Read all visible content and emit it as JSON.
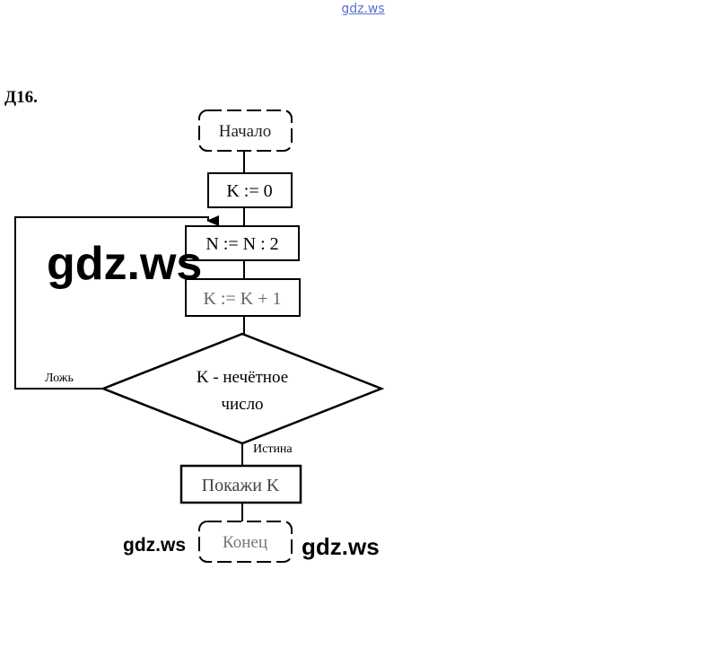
{
  "watermark": {
    "top": "gdz.ws",
    "large": "gdz.ws",
    "bottom_left": "gdz.ws",
    "bottom_right": "gdz.ws"
  },
  "task_label": "Д16.",
  "flowchart": {
    "start": "Начало",
    "init": "K := 0",
    "step_divide": "N := N : 2",
    "step_increment": "K := K + 1",
    "condition_line1": "K - нечётное",
    "condition_line2": "число",
    "false_label": "Ложь",
    "true_label": "Истина",
    "output": "Покажи K",
    "end": "Конец"
  }
}
